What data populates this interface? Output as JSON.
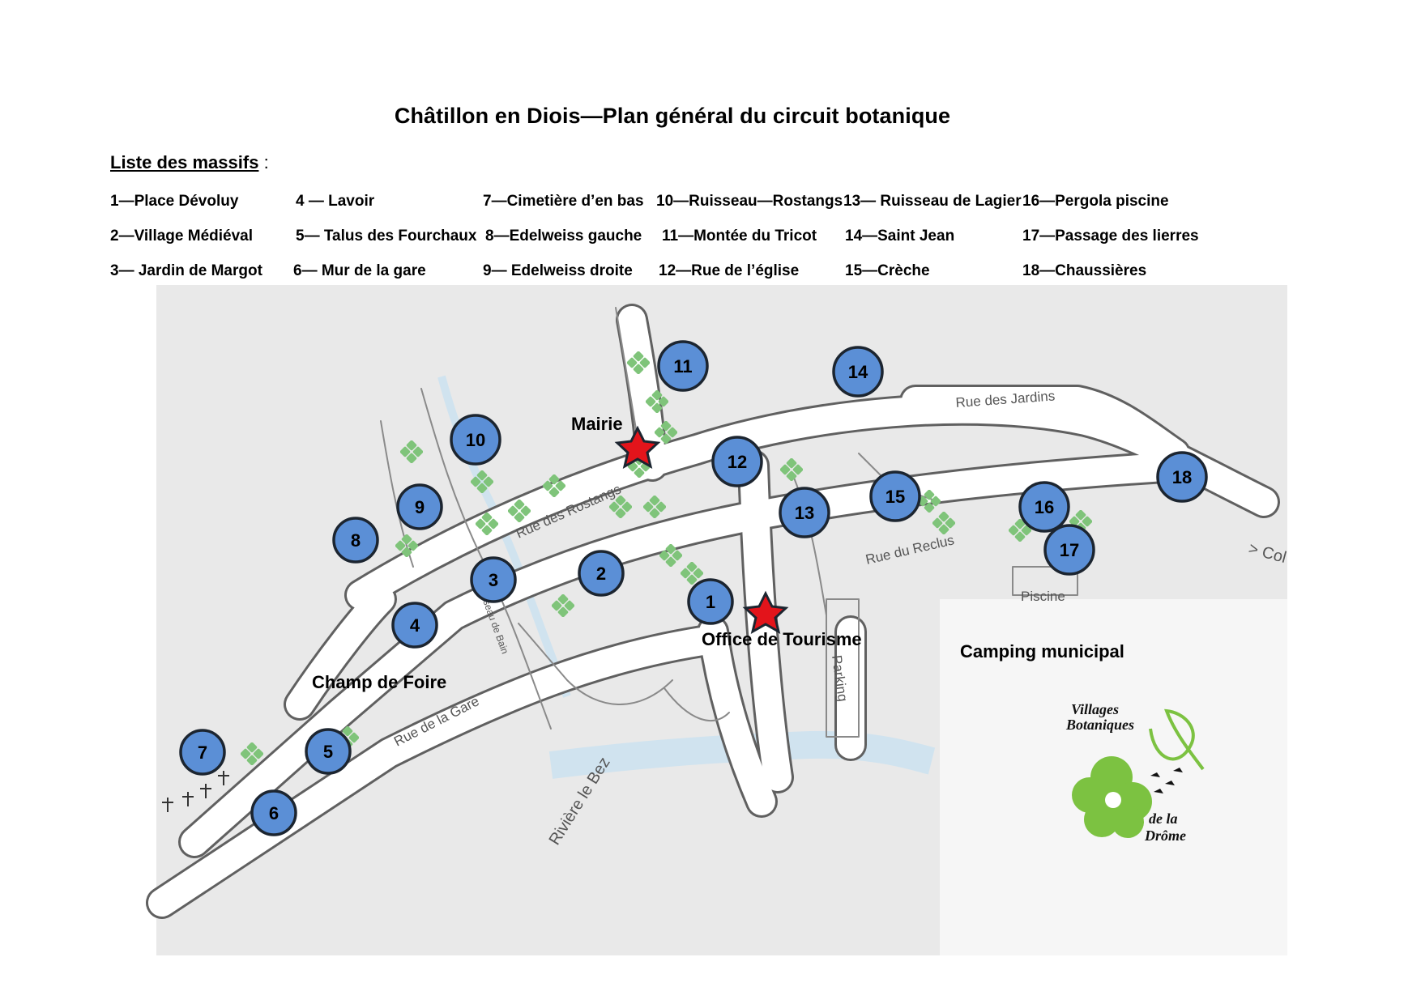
{
  "title": "Châtillon en Diois—Plan général du circuit botanique",
  "legend": {
    "heading": "Liste des massifs",
    "colon": ":",
    "items": [
      {
        "num": 1,
        "text": "1—Place Dévoluy"
      },
      {
        "num": 2,
        "text": "2—Village Médiéval"
      },
      {
        "num": 3,
        "text": "3— Jardin de Margot"
      },
      {
        "num": 4,
        "text": "4 — Lavoir"
      },
      {
        "num": 5,
        "text": "5— Talus des Fourchaux"
      },
      {
        "num": 6,
        "text": "6— Mur de la gare"
      },
      {
        "num": 7,
        "text": "7—Cimetière d’en bas"
      },
      {
        "num": 8,
        "text": "8—Edelweiss gauche"
      },
      {
        "num": 9,
        "text": "9— Edelweiss droite"
      },
      {
        "num": 10,
        "text": "10—Ruisseau—Rostangs"
      },
      {
        "num": 11,
        "text": "11—Montée du Tricot"
      },
      {
        "num": 12,
        "text": "12—Rue de l’église"
      },
      {
        "num": 13,
        "text": "13— Ruisseau de Lagier"
      },
      {
        "num": 14,
        "text": "14—Saint Jean"
      },
      {
        "num": 15,
        "text": "15—Crèche"
      },
      {
        "num": 16,
        "text": "16—Pergola piscine"
      },
      {
        "num": 17,
        "text": "17—Passage des lierres"
      },
      {
        "num": 18,
        "text": "18—Chaussières"
      }
    ]
  },
  "markers": [
    {
      "label": "1"
    },
    {
      "label": "2"
    },
    {
      "label": "3"
    },
    {
      "label": "4"
    },
    {
      "label": "5"
    },
    {
      "label": "6"
    },
    {
      "label": "7"
    },
    {
      "label": "8"
    },
    {
      "label": "9"
    },
    {
      "label": "10"
    },
    {
      "label": "11"
    },
    {
      "label": "12"
    },
    {
      "label": "13"
    },
    {
      "label": "14"
    },
    {
      "label": "15"
    },
    {
      "label": "16"
    },
    {
      "label": "17"
    },
    {
      "label": "18"
    }
  ],
  "places": {
    "mairie": "Mairie",
    "office": "Office de Tourisme",
    "camping": "Camping municipal",
    "champ": "Champ de Foire"
  },
  "streets": {
    "jardins": "Rue des Jardins",
    "rostangs": "Rue des Rostangs",
    "reclus": "Rue du Reclus",
    "gare": "Rue de la Gare",
    "bez": "Rivière le Bez",
    "parking": "Parking",
    "piscine": "Piscine",
    "ruisseau": "Ruisseau de Bain",
    "col": "> Col"
  },
  "logo": {
    "line1": "Villages",
    "line2": "Botaniques",
    "line3": "de la",
    "line4": "Drôme"
  },
  "colors": {
    "marker_fill": "#5b8fd6",
    "marker_stroke": "#1c2530",
    "star": "#e3141b",
    "massif": "#7fc47a",
    "road": "#ffffff",
    "road_edge": "#606060",
    "ground": "#e9e9e9",
    "river": "#d0e3ef",
    "logo_green": "#7cc241"
  }
}
